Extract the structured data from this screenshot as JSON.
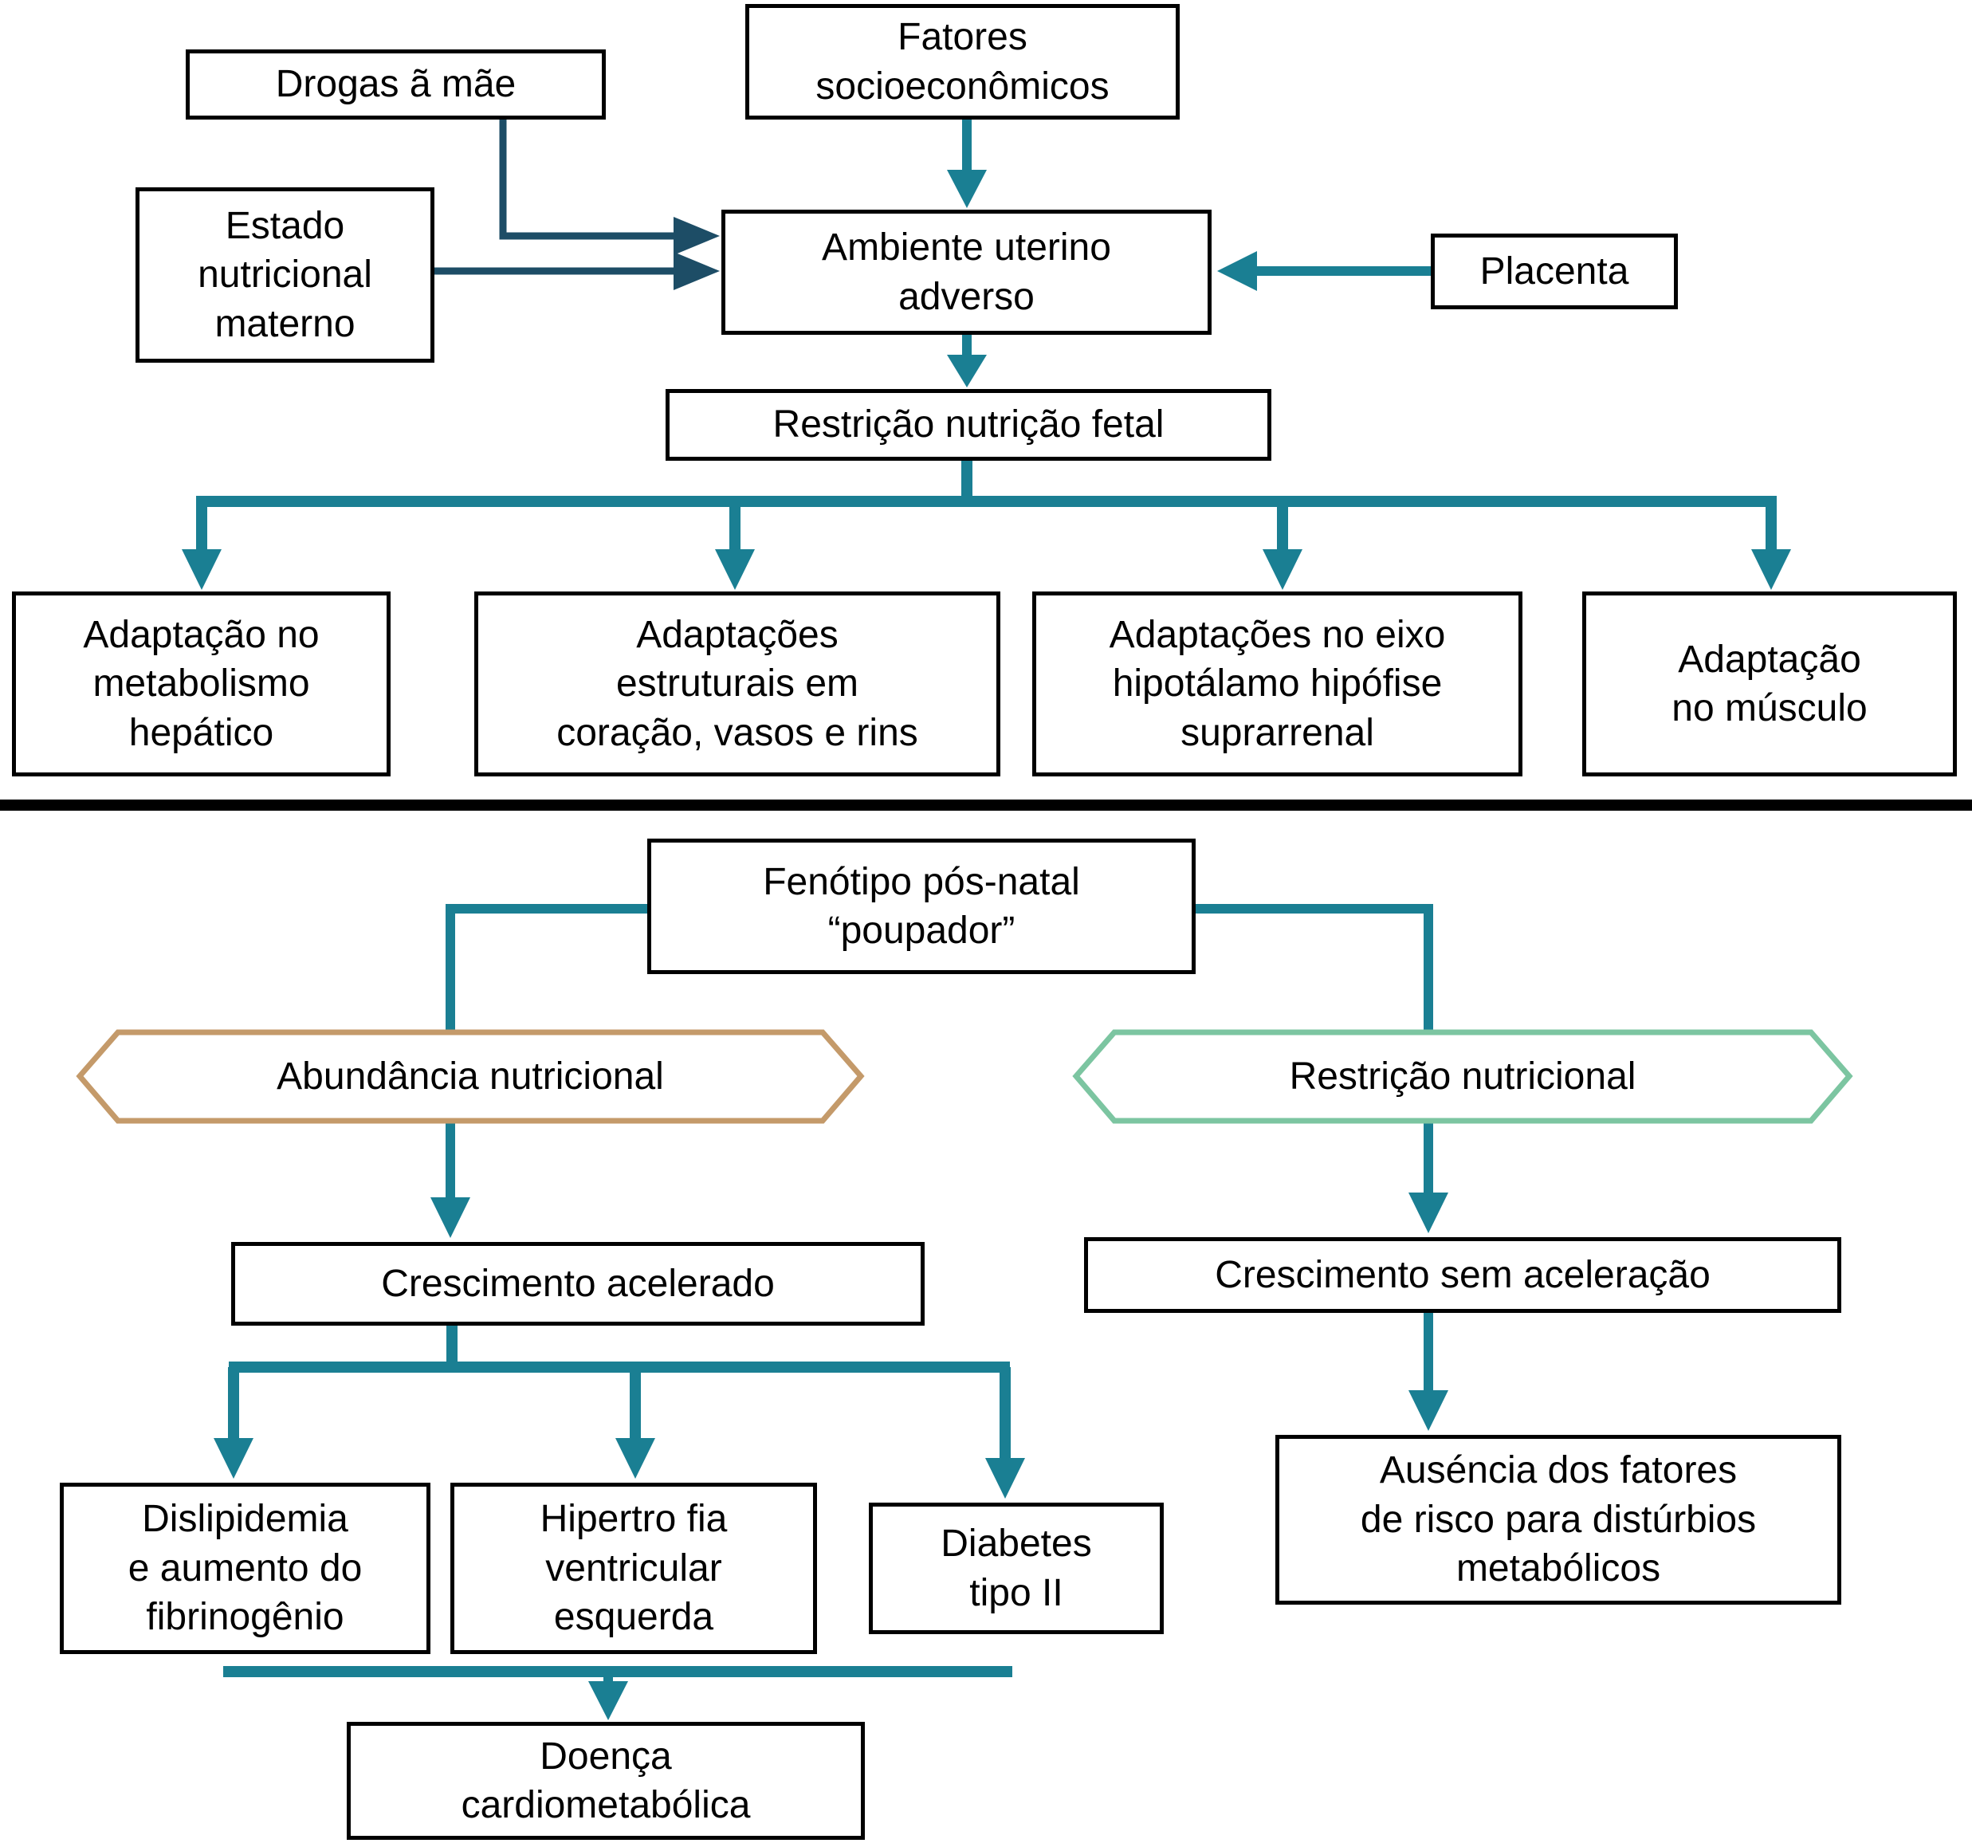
{
  "title": "Fluxograma: restrição de nutrição fetal e fenótipo pós-natal",
  "colors": {
    "teal": "#1a7f93",
    "navy": "#1d4d66",
    "tan": "#c49a6a",
    "green": "#7cc5a1",
    "box_border": "#000000"
  },
  "top": {
    "drogas": "Drogas ã mãe",
    "fatores": "Fatores\nsocioeconômicos",
    "estado": "Estado\nnutricional\nmaterno",
    "ambiente": "Ambiente uterino\nadverso",
    "placenta": "Placenta",
    "restricao_fetal": "Restrição nutrição fetal",
    "adaptacao_hepatico": "Adaptação no\nmetabolismo\nhepático",
    "adaptacoes_estruturais": "Adaptações\nestruturais em\ncoração, vasos e rins",
    "adaptacoes_eixo": "Adaptações no eixo\nhipotálamo hipófise\nsuprarrenal",
    "adaptacao_musculo": "Adaptação\nno músculo"
  },
  "bottom": {
    "fenotipo": "Fenótipo pós-natal\n“poupador”",
    "abundancia": "Abundância nutricional",
    "restricao_nutricional": "Restrição nutricional",
    "crescimento_acelerado": "Crescimento acelerado",
    "crescimento_sem_aceleracao": "Crescimento sem aceleração",
    "dislipidemia": "Dislipidemia\ne aumento do\nfibrinogênio",
    "hipertrofia": "Hipertro fia\nventricular\nesquerda",
    "diabetes": "Diabetes\ntipo II",
    "ausencia_fatores": "Auséncia dos fatores\nde risco para distúrbios\nmetabólicos",
    "doenca": "Doença\ncardiometabólica"
  }
}
